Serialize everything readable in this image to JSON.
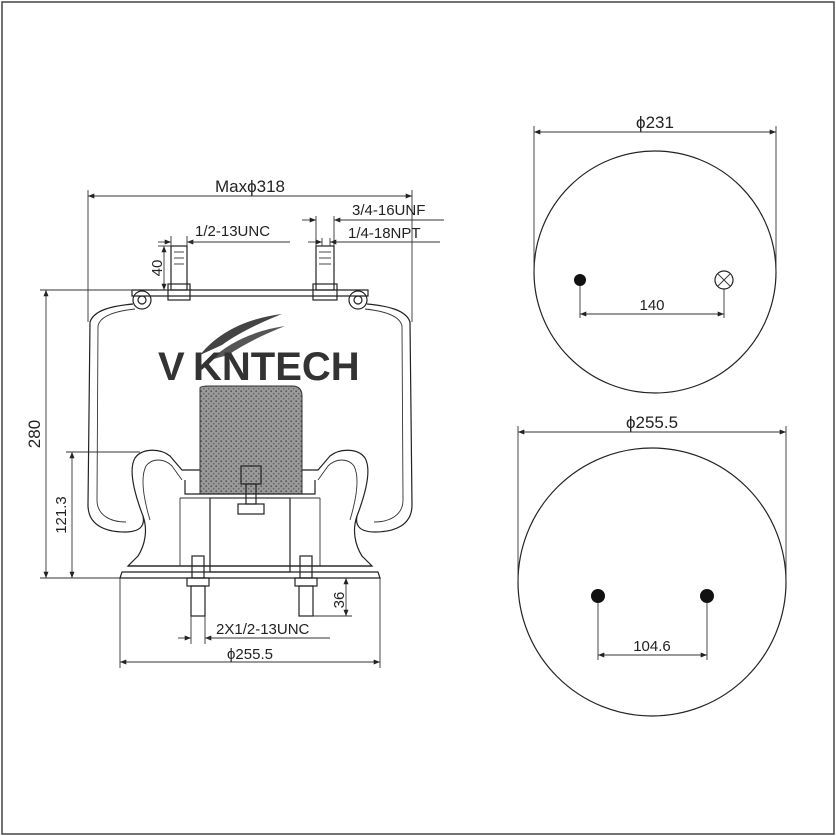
{
  "brand": {
    "logo_text": "KNTECH",
    "logo_initial": "V"
  },
  "side_view": {
    "max_diameter": "Maxϕ318",
    "top_thread_left": "1/2-13UNC",
    "top_thread_right_1": "3/4-16UNF",
    "top_thread_right_2": "1/4-18NPT",
    "stud_height": "40",
    "overall_height": "280",
    "piston_height": "121.3",
    "bottom_stud_height": "36",
    "bottom_thread": "2X1/2-13UNC",
    "base_diameter": "ϕ255.5"
  },
  "top_plate_view": {
    "diameter": "ϕ231",
    "hole_spacing": "140"
  },
  "bottom_plate_view": {
    "diameter": "ϕ255.5",
    "hole_spacing": "104.6"
  }
}
